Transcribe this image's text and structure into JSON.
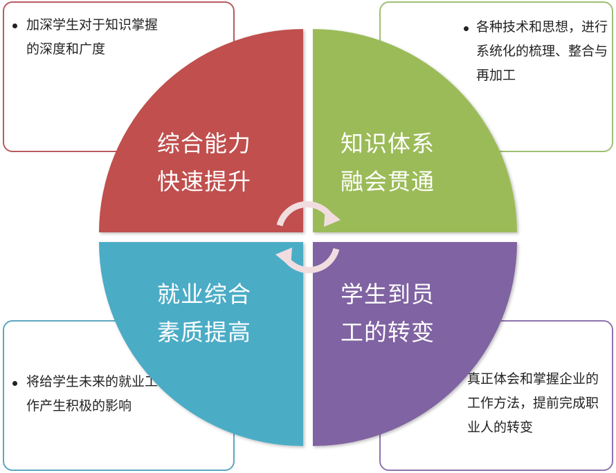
{
  "colors": {
    "top_left": "#c0504d",
    "top_right": "#9bbb59",
    "bottom_left": "#4bacc6",
    "bottom_right": "#8064a2",
    "arrows": "#f1dde0"
  },
  "quadrants": {
    "top_left": {
      "line1": "综合能力",
      "line2": "快速提升"
    },
    "top_right": {
      "line1": "知识体系",
      "line2": "融会贯通"
    },
    "bottom_left": {
      "line1": "就业综合",
      "line2": "素质提高"
    },
    "bottom_right": {
      "line1": "学生到员",
      "line2": "工的转变"
    }
  },
  "notes": {
    "top_left": "加深学生对于知识掌握的深度和广度",
    "top_right": "各种技术和思想，进行系统化的梳理、整合与再加工",
    "bottom_left": "将给学生未来的就业工作产生积极的影响",
    "bottom_right": "真正体会和掌握企业的工作方法，提前完成职业人的转变"
  }
}
